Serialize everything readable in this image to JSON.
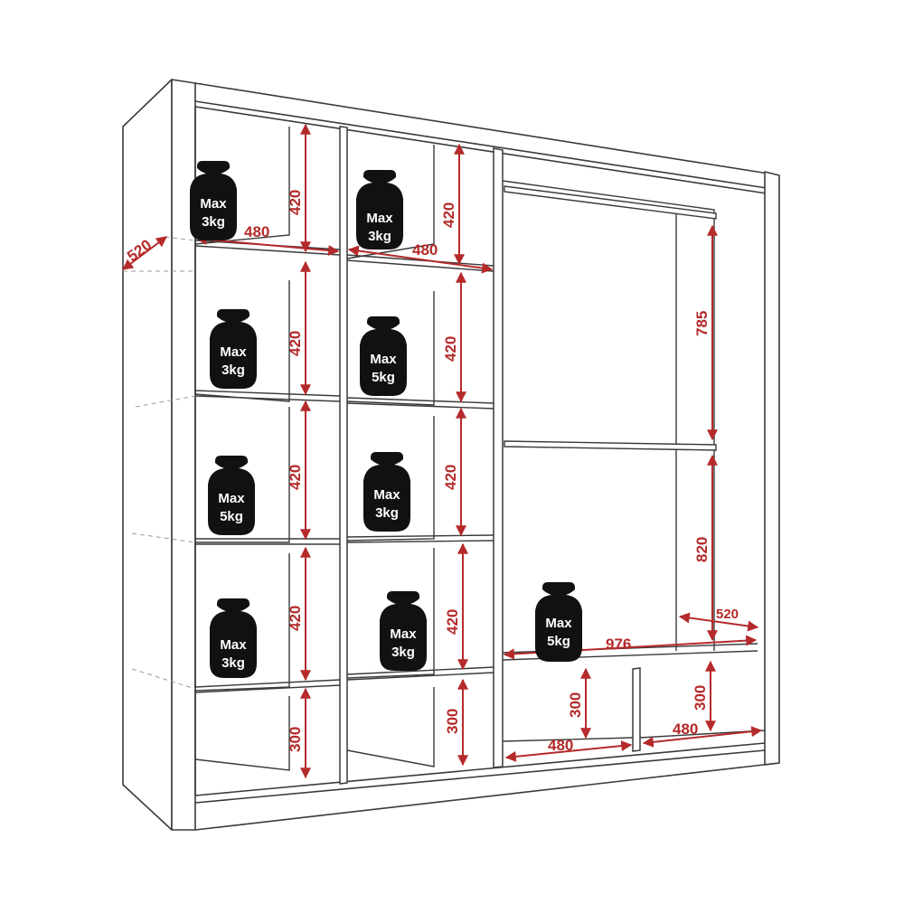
{
  "colors": {
    "line": "#3a3a3a",
    "dimension": "#b52a2a",
    "weight": "#111111",
    "guide": "#9a9a9a"
  },
  "dimension_unit": "mm",
  "shelf_label_prefix": "Max",
  "load_icon": "weight-icon",
  "dimensions": {
    "depth_side": "520",
    "depth_bottom_right": "520",
    "width_left_column_shelf": "480",
    "width_middle_column_shelf": "480",
    "width_bottom_left_drawer": "480",
    "width_bottom_right_drawer": "480",
    "width_right_compartment": "976",
    "height_shelf_1_left": "420",
    "height_shelf_2_left": "420",
    "height_shelf_3_left": "420",
    "height_shelf_4_left": "420",
    "height_bottom_left": "300",
    "height_shelf_1_middle": "420",
    "height_shelf_2_middle": "420",
    "height_shelf_3_middle": "420",
    "height_shelf_4_middle": "420",
    "height_bottom_middle": "300",
    "height_upper_rail": "785",
    "height_lower_rail": "820",
    "height_bottom_right_1": "300",
    "height_bottom_right_2": "300"
  },
  "loads": [
    {
      "line1": "Max",
      "line2": "3kg"
    },
    {
      "line1": "Max",
      "line2": "3kg"
    },
    {
      "line1": "Max",
      "line2": "3kg"
    },
    {
      "line1": "Max",
      "line2": "5kg"
    },
    {
      "line1": "Max",
      "line2": "5kg"
    },
    {
      "line1": "Max",
      "line2": "3kg"
    },
    {
      "line1": "Max",
      "line2": "3kg"
    },
    {
      "line1": "Max",
      "line2": "3kg"
    },
    {
      "line1": "Max",
      "line2": "5kg"
    }
  ]
}
